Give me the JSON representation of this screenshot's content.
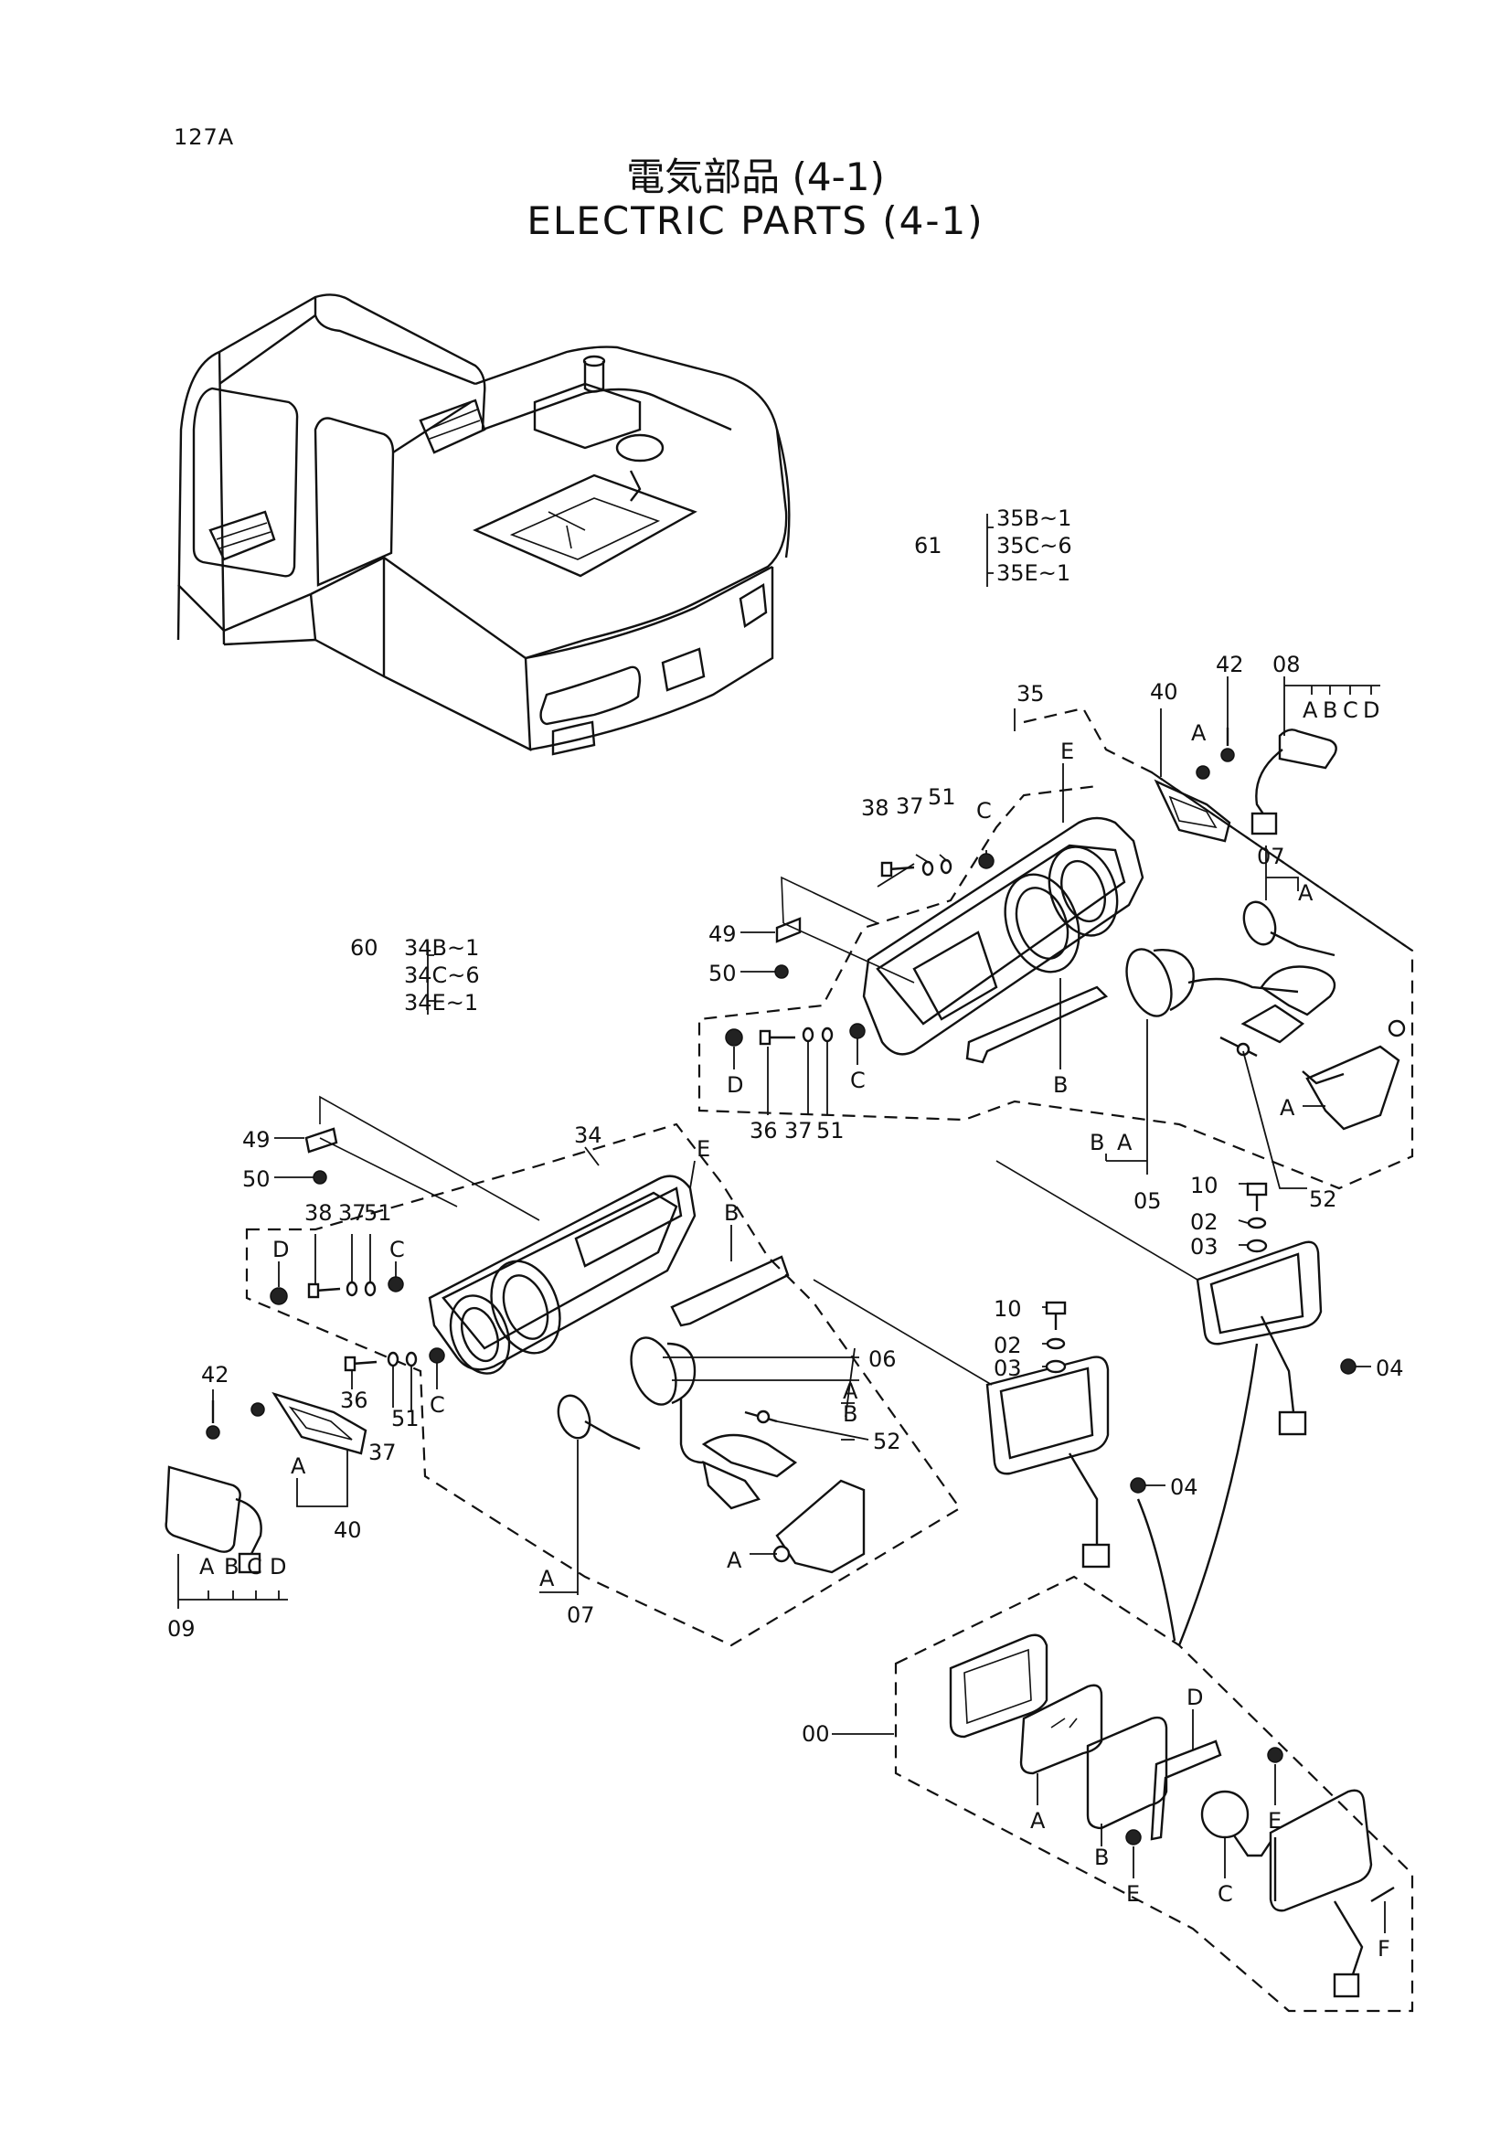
{
  "page_id": "127A",
  "title_jp": "電気部品 (4-1)",
  "title_en": "ELECTRIC PARTS (4-1)",
  "callouts": {
    "p00": "00",
    "p02": "02",
    "p03": "03",
    "p04": "04",
    "p05": "05",
    "p06": "06",
    "p07": "07",
    "p08": "08",
    "p09": "09",
    "p10": "10",
    "p34": "34",
    "p35": "35",
    "p36": "36",
    "p37": "37",
    "p38": "38",
    "p40": "40",
    "p42": "42",
    "p49": "49",
    "p50": "50",
    "p51": "51",
    "p52": "52",
    "p60": "60",
    "p61": "61",
    "A": "A",
    "B": "B",
    "C": "C",
    "D": "D",
    "E": "E",
    "F": "F"
  },
  "qty_60": [
    "34B~1",
    "34C~6",
    "34E~1"
  ],
  "qty_61": [
    "35B~1",
    "35C~6",
    "35E~1"
  ]
}
